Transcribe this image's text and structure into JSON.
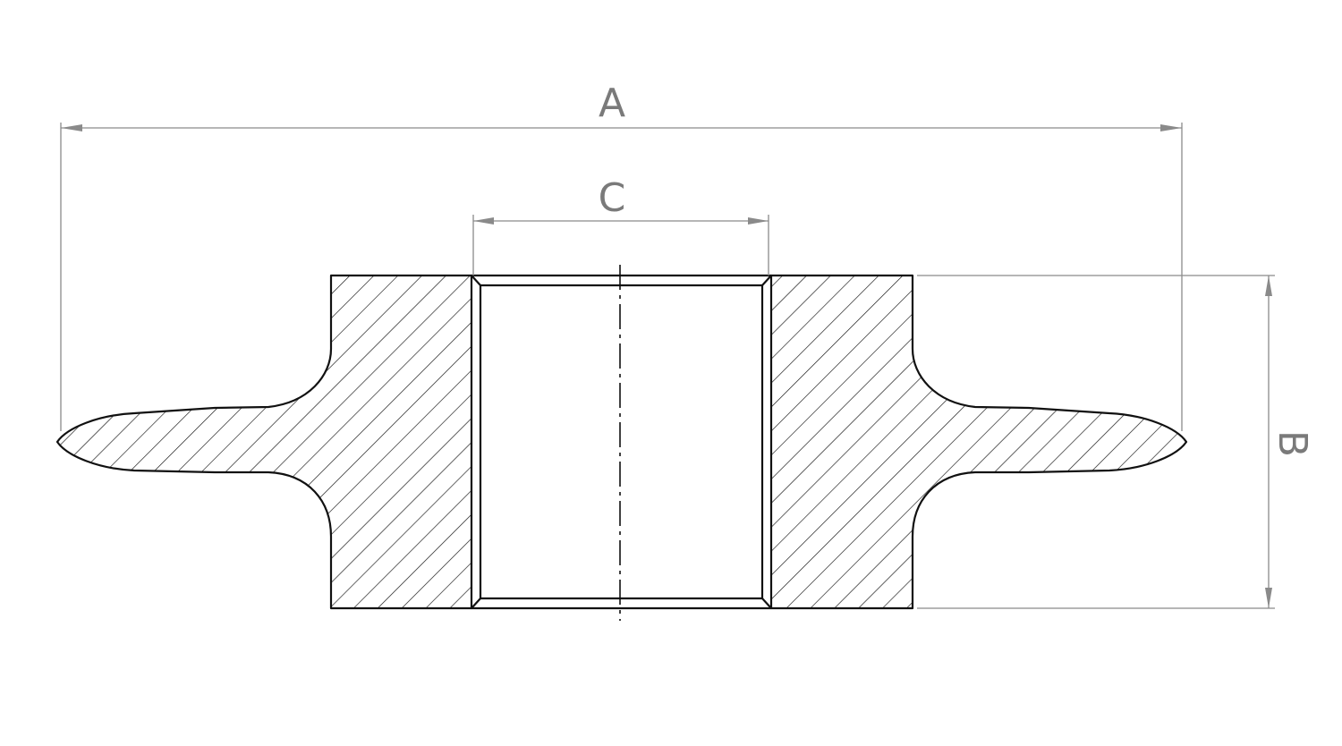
{
  "dimensions": {
    "A": "A",
    "B": "B",
    "C": "C"
  },
  "colors": {
    "outline": "#111111",
    "dimension": "#8a8a8a"
  }
}
